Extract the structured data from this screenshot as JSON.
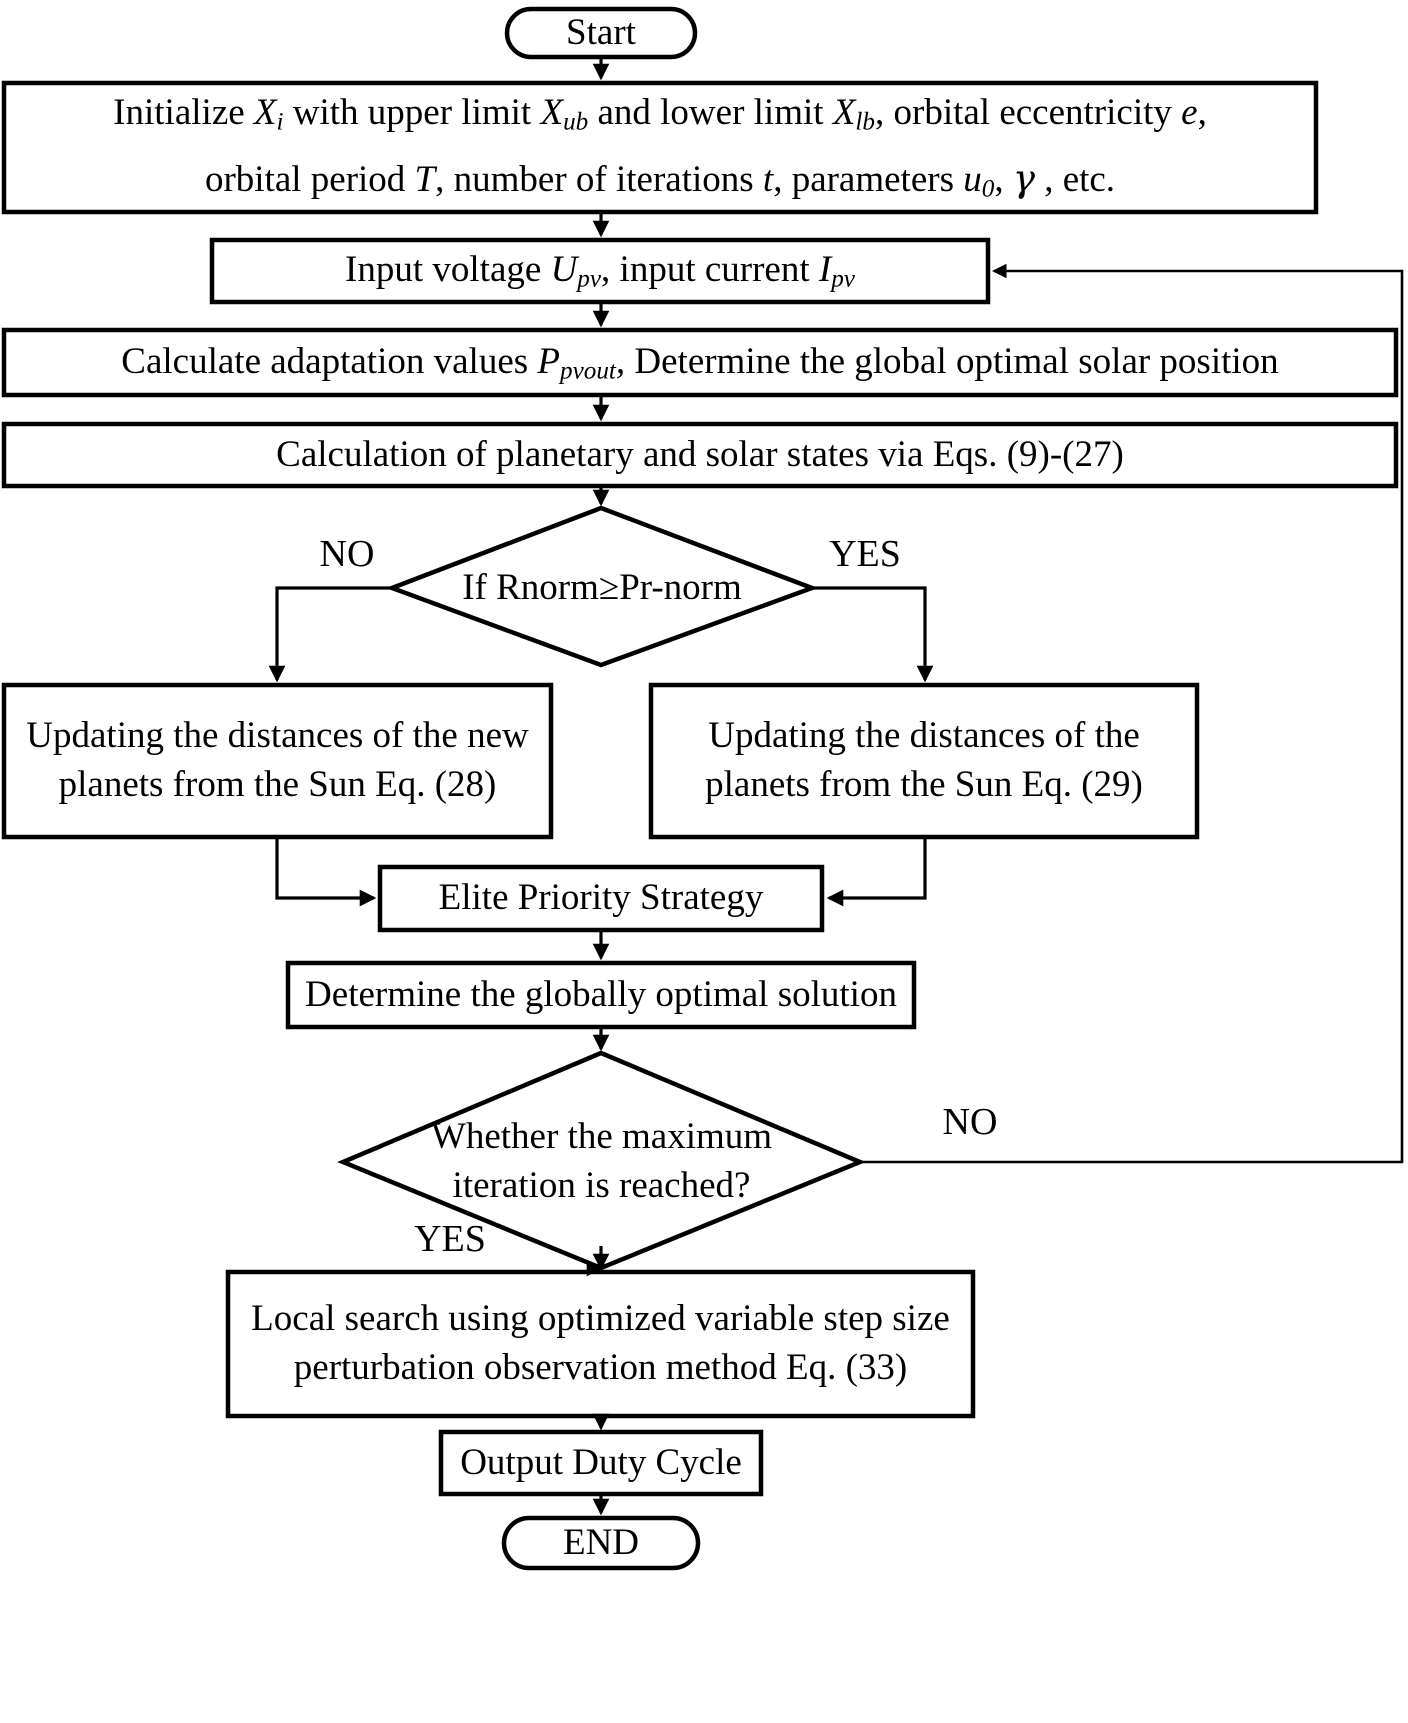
{
  "diagram": {
    "title": "MPPT optimization algorithm flowchart",
    "type": "flowchart",
    "background_color": "#ffffff",
    "line_color": "#000000",
    "text_color": "#000000"
  },
  "nodes": {
    "start": {
      "shape": "terminal",
      "label": "Start"
    },
    "initialize": {
      "shape": "process",
      "line1": "Initialize Xᵢ with upper limit Xᵤᵦ and lower limit Xₗᵦ, orbital eccentricity e,",
      "line2": "orbital period T, number of iterations t, parameters u₀, γ , etc."
    },
    "input_voltage": {
      "shape": "process",
      "label": "Input voltage Uₚᵥ, input current Iₚᵥ"
    },
    "calculate_adaptation": {
      "shape": "process",
      "label": "Calculate adaptation values Pₚᵥₒᵤₜ , Determine the global optimal solar position"
    },
    "calculate_states": {
      "shape": "process",
      "label": "Calculation of planetary and solar states via Eqs. (9)-(27)"
    },
    "decision_rnorm": {
      "shape": "decision",
      "label": "If Rnorm≥Pr-norm"
    },
    "update_new_planets": {
      "shape": "process",
      "line1": "Updating the distances of the new",
      "line2": "planets from the Sun Eq. (28)"
    },
    "update_planets": {
      "shape": "process",
      "line1": "Updating the distances of the",
      "line2": "planets from the Sun Eq. (29)"
    },
    "elite_priority": {
      "shape": "process",
      "label": "Elite Priority Strategy"
    },
    "determine_global": {
      "shape": "process",
      "label": "Determine the globally optimal solution"
    },
    "decision_maxiter": {
      "shape": "decision",
      "line1": "Whether the maximum",
      "line2": "iteration is reached?"
    },
    "local_search": {
      "shape": "process",
      "line1": "Local search using optimized variable step size",
      "line2": "perturbation observation method Eq. (33)"
    },
    "output_duty": {
      "shape": "process",
      "label": "Output Duty Cycle"
    },
    "end": {
      "shape": "terminal",
      "label": "END"
    }
  },
  "branch_labels": {
    "rnorm_no": "NO",
    "rnorm_yes": "YES",
    "maxiter_no": "NO",
    "maxiter_yes": "YES"
  },
  "edges": [
    {
      "from": "start",
      "to": "initialize",
      "label": ""
    },
    {
      "from": "initialize",
      "to": "input_voltage",
      "label": ""
    },
    {
      "from": "input_voltage",
      "to": "calculate_adaptation",
      "label": ""
    },
    {
      "from": "calculate_adaptation",
      "to": "calculate_states",
      "label": ""
    },
    {
      "from": "calculate_states",
      "to": "decision_rnorm",
      "label": ""
    },
    {
      "from": "decision_rnorm",
      "to": "update_new_planets",
      "label": "NO"
    },
    {
      "from": "decision_rnorm",
      "to": "update_planets",
      "label": "YES"
    },
    {
      "from": "update_new_planets",
      "to": "elite_priority",
      "label": ""
    },
    {
      "from": "update_planets",
      "to": "elite_priority",
      "label": ""
    },
    {
      "from": "elite_priority",
      "to": "determine_global",
      "label": ""
    },
    {
      "from": "determine_global",
      "to": "decision_maxiter",
      "label": ""
    },
    {
      "from": "decision_maxiter",
      "to": "input_voltage",
      "label": "NO"
    },
    {
      "from": "decision_maxiter",
      "to": "local_search",
      "label": "YES"
    },
    {
      "from": "local_search",
      "to": "output_duty",
      "label": ""
    },
    {
      "from": "output_duty",
      "to": "end",
      "label": ""
    }
  ]
}
